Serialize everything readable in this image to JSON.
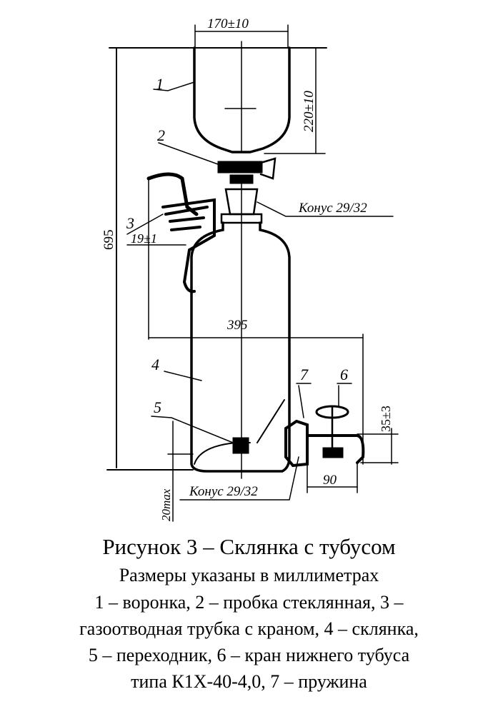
{
  "drawing": {
    "dimensions": {
      "funnel_width": "170±10",
      "funnel_height": "220±10",
      "total_height": "695",
      "tube_offset": "19±1",
      "overall_width": "395",
      "tap_height": "35±3",
      "tap_length": "90",
      "bottom_gap": "20max"
    },
    "callouts": {
      "c1": "1",
      "c2": "2",
      "c3": "3",
      "c4": "4",
      "c5": "5",
      "c6": "6",
      "c7": "7",
      "cone_top": "Конус 29/32",
      "cone_bottom": "Конус 29/32"
    }
  },
  "caption": {
    "title": "Рисунок 3 – Склянка с тубусом",
    "lines": [
      "Размеры указаны в миллиметрах",
      "1 – воронка, 2 – пробка стеклянная, 3 –",
      "газоотводная трубка с краном, 4 – склянка,",
      "5 – переходник, 6 – кран нижнего тубуса",
      "типа К1Х-40-4,0, 7 – пружина"
    ]
  }
}
